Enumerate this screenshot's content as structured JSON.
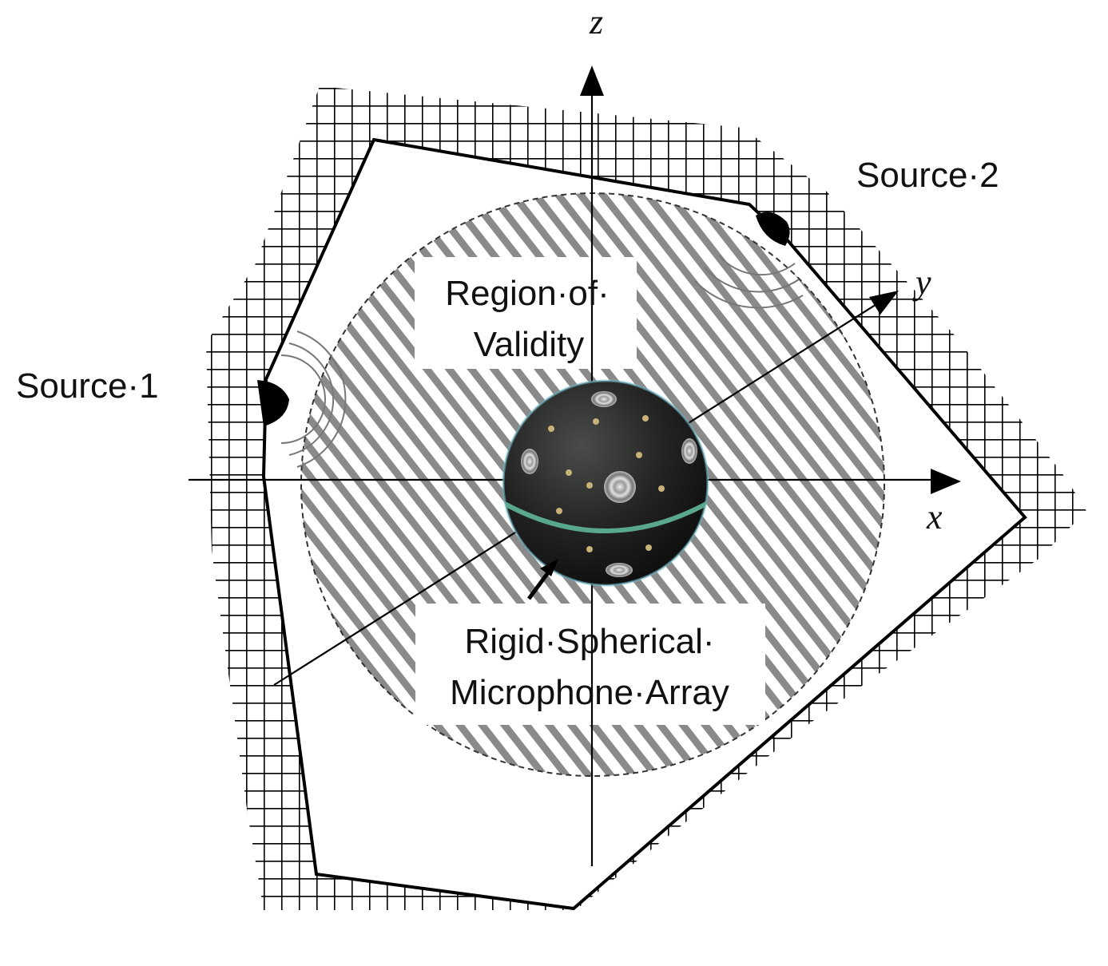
{
  "labels": {
    "source_1": "Source·1",
    "source_2": "Source·2",
    "region_line1": "Region·of·",
    "region_line2": "Validity",
    "array_line1": "Rigid·Spherical·",
    "array_line2": "Microphone·Array"
  },
  "axes": {
    "x": "x",
    "y": "y",
    "z": "z"
  },
  "colors": {
    "grid": "#000000",
    "hatch": "#8a8a8a",
    "outline": "#000000",
    "sphere": "#1e1f1e",
    "sphere_band": "#5aa88c",
    "mic_dot": "#c9b27a"
  }
}
